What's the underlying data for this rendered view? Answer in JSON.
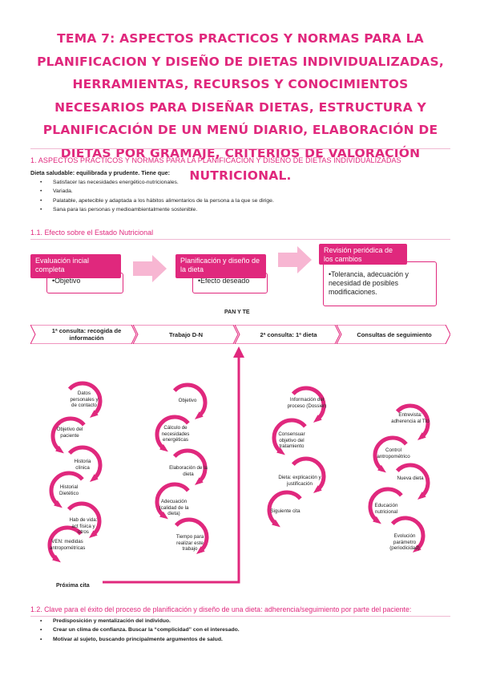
{
  "title": "TEMA 7: ASPECTOS PRACTICOS Y NORMAS PARA LA PLANIFICACION Y DISEÑO DE DIETAS INDIVIDUALIZADAS, HERRAMIENTAS, RECURSOS Y CONOCIMIENTOS NECESARIOS PARA DISEÑAR DIETAS, ESTRUCTURA Y PLANIFICACIÓN DE UN MENÚ DIARIO, ELABORACIÓN DE DIETAS POR GRAMAJE, CRITERIOS DE VALORACIÓN NUTRICIONAL.",
  "section1": {
    "heading": "1. ASPECTOS PRÁCTICOS Y NORMAS PARA LA PLANIFICACIÓN Y DISEÑO DE DIETAS INDIVIDUALIZADAS",
    "intro": "Dieta saludable: equilibrada y prudente. Tiene que:",
    "bullets": [
      "Satisfacer las necesidades energético-nutricionales.",
      "Variada.",
      "Palatable, apetecible y adaptada a los hábitos alimentarios de la persona a la que se dirige.",
      "Sana para las personas y medioambientalmente sostenible."
    ]
  },
  "section11": {
    "heading": "1.1. Efecto sobre el Estado Nutricional",
    "boxes": [
      {
        "title": "Evaluación incial completa",
        "item": "•Objetivo"
      },
      {
        "title": "Planificación y diseño de la dieta",
        "item": "•Efecto deseado"
      },
      {
        "title": "Revisión periódica de los cambios",
        "item": "•Tolerancia, adecuación y necesidad de posibles modificaciones."
      }
    ],
    "panyte": "PAN Y TE",
    "timeline": [
      "1ª consulta: recogida de información",
      "Trabajo D-N",
      "2ª consulta: 1ª dieta",
      "Consultas de seguimiento"
    ],
    "col1": [
      "Datos personales y de contacto",
      "Objetivo del paciente",
      "Historia clínica",
      "Historial Dietético",
      "Hab de vida: act física y otros",
      "VEN: medidas antropométricas"
    ],
    "col2": [
      "Objetivo",
      "Cálculo de necesidades energéticas",
      "Elaboración de la dieta",
      "Adecuación (calidad de la dieta)",
      "Tiempo para realizar este trabajo"
    ],
    "col3": [
      "Información del proceso (Dossier)",
      "Consensuar objetivo del tratamiento",
      "Dieta: explicación y justificación",
      "Siguiente cita"
    ],
    "col4": [
      "Entrevista: adherencia al Tto",
      "Control antropométrico",
      "Nueva dieta",
      "Educación nutricional",
      "Evolución parámetro (periodicidad)"
    ],
    "proxima": "Próxima cita"
  },
  "section12": {
    "heading": "1.2. Clave para el éxito del proceso de planificación y diseño de una dieta: adherencia/seguimiento por parte del paciente:",
    "bullets": [
      "Predisposición y mentalización del individuo.",
      "Crear un clima de confianza. Buscar la “complicidad” con el interesado.",
      "Motivar al sujeto, buscando principalmente argumentos de salud."
    ]
  },
  "colors": {
    "accent": "#e0287d",
    "light": "#f7b6d2",
    "rule": "#f0b9d3"
  }
}
